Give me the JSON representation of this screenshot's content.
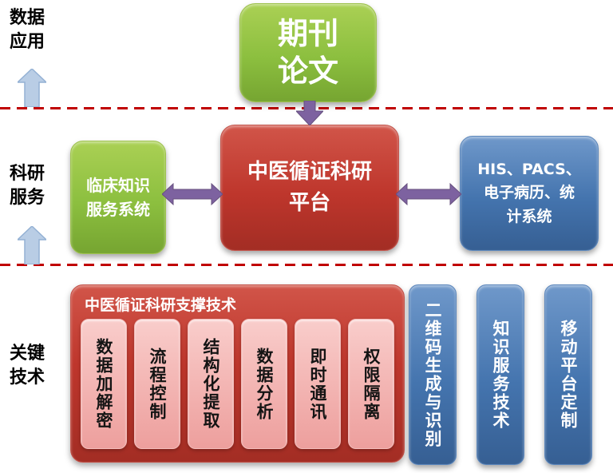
{
  "diagram": {
    "left_axis": {
      "labels": [
        {
          "text": "数据\n应用"
        },
        {
          "text": "科研\n服务"
        },
        {
          "text": "关键\n技术"
        }
      ]
    },
    "top_zone": {
      "journal_box": {
        "text": "期刊\n论文"
      }
    },
    "middle_zone": {
      "clinical_box": {
        "text": "临床知识\n服务系统"
      },
      "platform_box": {
        "text": "中医循证科研\n平台"
      },
      "his_box": {
        "text": "HIS、PACS、\n电子病历、统\n计系统"
      }
    },
    "bottom_zone": {
      "support_container": {
        "title": "中医循证科研支撑技术"
      },
      "tech_boxes": [
        {
          "text": "数据加解密"
        },
        {
          "text": "流程控制"
        },
        {
          "text": "结构化提取"
        },
        {
          "text": "数据分析"
        },
        {
          "text": "即时通讯"
        },
        {
          "text": "权限隔离"
        }
      ],
      "side_boxes": [
        {
          "text": "二维码生成与识别"
        },
        {
          "text": "知识服务技术"
        },
        {
          "text": "移动平台定制"
        }
      ]
    },
    "colors": {
      "green": "#8CBF3F",
      "red": "#BE362C",
      "blue": "#4474AE",
      "pink": "#F2B1AF",
      "purple": "#7D62A0",
      "dashed_line": "#C00000",
      "up_arrow_fill": "#B9CDE5"
    }
  }
}
